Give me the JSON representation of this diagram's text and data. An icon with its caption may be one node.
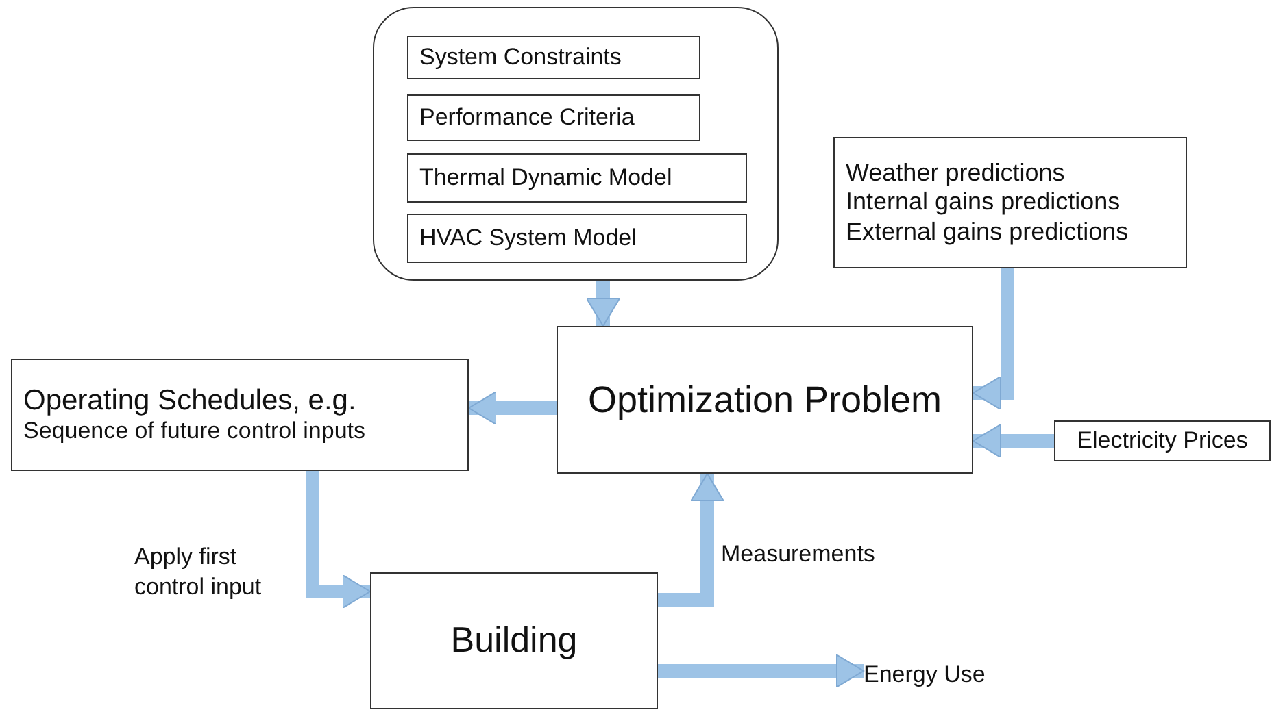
{
  "diagram": {
    "nodes": [
      {
        "text": [],
        "shape": "box"
      },
      {
        "text": [
          "System Constraints"
        ],
        "in": 0
      },
      {
        "text": [
          "Performance Criteria"
        ],
        "in": 0
      },
      {
        "text": [
          "Thermal Dynamic Model"
        ],
        "in": 0
      },
      {
        "text": [
          "HVAC System Model"
        ],
        "in": 0
      },
      {
        "text": [
          "Weather predictions",
          "Internal gains predictions",
          "External gains predictions"
        ]
      },
      {
        "text": [
          "Operating Schedules, e.g.",
          "Sequence of future control inputs"
        ]
      },
      {
        "text": [
          "Optimization Problem"
        ]
      },
      {
        "text": [
          "Electricity Prices"
        ]
      },
      {
        "text": [
          "Building"
        ]
      },
      {
        "text": [
          "Energy Use"
        ]
      }
    ],
    "edges": [
      {
        "from": 0,
        "to": 7,
        "arrow": "to"
      },
      {
        "from": 5,
        "to": 7,
        "arrow": "to"
      },
      {
        "from": 8,
        "to": 7,
        "arrow": "to"
      },
      {
        "from": 7,
        "to": 6,
        "arrow": "to"
      },
      {
        "from": 6,
        "to": 9,
        "arrow": "to",
        "label": "Apply first control input"
      },
      {
        "from": 9,
        "to": 7,
        "arrow": "to",
        "label": "Measurements"
      },
      {
        "from": 9,
        "to": 10,
        "arrow": "to"
      }
    ]
  }
}
